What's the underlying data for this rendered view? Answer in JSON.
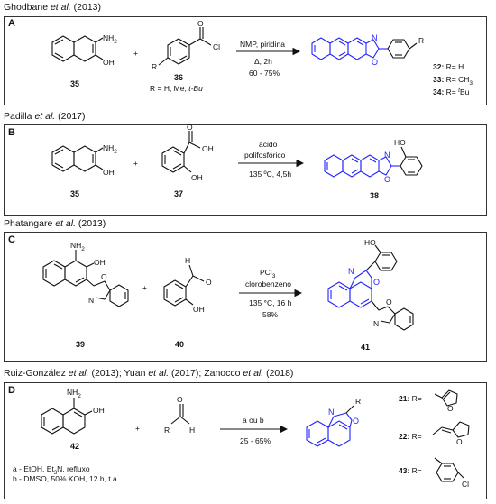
{
  "sections": [
    {
      "id": "A",
      "citation": {
        "authors": "Ghodbane",
        "etal": "et al.",
        "year": "(2013)"
      },
      "letter": "A",
      "reactant1": {
        "number": "35",
        "label_nh2": "NH",
        "label_nh2_sub": "2",
        "label_oh": "OH"
      },
      "reactant2": {
        "number": "36",
        "label_r": "R",
        "label_o": "O",
        "label_cl": "Cl",
        "r_def_prefix": "R = H, Me, ",
        "r_def_italic": "t-Bu"
      },
      "plus": "+",
      "conditions": {
        "above": "NMP, piridina",
        "below1": "Δ, 2h",
        "below2": "60 - 75%"
      },
      "product": {
        "label_n": "N",
        "label_o": "O",
        "label_r": "R",
        "entries": [
          {
            "num": "32:",
            "text": " R= H"
          },
          {
            "num": "33:",
            "text": " R= CH"
          },
          {
            "num": "34:",
            "text": " R= "
          }
        ],
        "ch3_sub": "3",
        "tbu_sup": "t",
        "tbu_tail": "Bu"
      }
    },
    {
      "id": "B",
      "citation": {
        "authors": "Padilla",
        "etal": "et al.",
        "year": "(2017)"
      },
      "letter": "B",
      "reactant1": {
        "number": "35",
        "label_nh2": "NH",
        "label_nh2_sub": "2",
        "label_oh": "OH"
      },
      "reactant2": {
        "number": "37",
        "label_o": "O",
        "label_oh1": "OH",
        "label_oh2": "OH"
      },
      "plus": "+",
      "conditions": {
        "above1": "ácido",
        "above2": "polifosfórico",
        "below1": "135 ºC, 4,5h"
      },
      "product": {
        "number": "38",
        "label_n": "N",
        "label_o": "O",
        "label_ho": "HO"
      }
    },
    {
      "id": "C",
      "citation": {
        "authors": "Phatangare",
        "etal": "et al.",
        "year": "(2013)"
      },
      "letter": "C",
      "reactant1": {
        "number": "39",
        "label_nh2": "NH",
        "label_nh2_sub": "2",
        "label_oh": "OH",
        "label_n": "N",
        "label_o": "O"
      },
      "reactant2": {
        "number": "40",
        "label_h": "H",
        "label_o": "O",
        "label_oh": "OH"
      },
      "plus": "+",
      "conditions": {
        "above1": "PCl",
        "above1_sub": "3",
        "above2": "clorobenzeno",
        "below1": "135 °C, 16 h",
        "below2": "58%"
      },
      "product": {
        "number": "41",
        "label_ho": "HO",
        "label_n1": "N",
        "label_o1": "O",
        "label_n2": "N",
        "label_o2": "O"
      }
    },
    {
      "id": "D",
      "citation": {
        "text": "Ruiz-González et al. (2013); Yuan et al. (2017); Zanocco et al. (2018)",
        "parts": [
          {
            "t": "Ruiz-González ",
            "i": false
          },
          {
            "t": "et al.",
            "i": true
          },
          {
            "t": " (2013); Yuan ",
            "i": false
          },
          {
            "t": "et al.",
            "i": true
          },
          {
            "t": " (2017); Zanocco ",
            "i": false
          },
          {
            "t": "et al.",
            "i": true
          },
          {
            "t": " (2018)",
            "i": false
          }
        ]
      },
      "letter": "D",
      "reactant1": {
        "number": "42",
        "label_nh2": "NH",
        "label_nh2_sub": "2",
        "label_oh": "OH"
      },
      "reactant2": {
        "label_r": "R",
        "label_o": "O",
        "label_h": "H"
      },
      "plus": "+",
      "conditions": {
        "above": "a ou b",
        "below": "25 - 65%"
      },
      "notes": {
        "a_prefix": "a - EtOH, Et",
        "a_sub": "3",
        "a_suffix": "N, refluxo",
        "b": "b - DMSO, 50% KOH, 12 h, t.a."
      },
      "product": {
        "label_n": "N",
        "label_o": "O",
        "label_r": "R"
      },
      "substituents": [
        {
          "num": "21:",
          "text": " R= ",
          "label_o": "O"
        },
        {
          "num": "22:",
          "text": " R= ",
          "label_o": "O"
        },
        {
          "num": "43:",
          "text": " R= ",
          "label_cl": "Cl"
        }
      ]
    }
  ],
  "colors": {
    "product": "#2323ff",
    "line": "#111111",
    "border": "#333333"
  }
}
